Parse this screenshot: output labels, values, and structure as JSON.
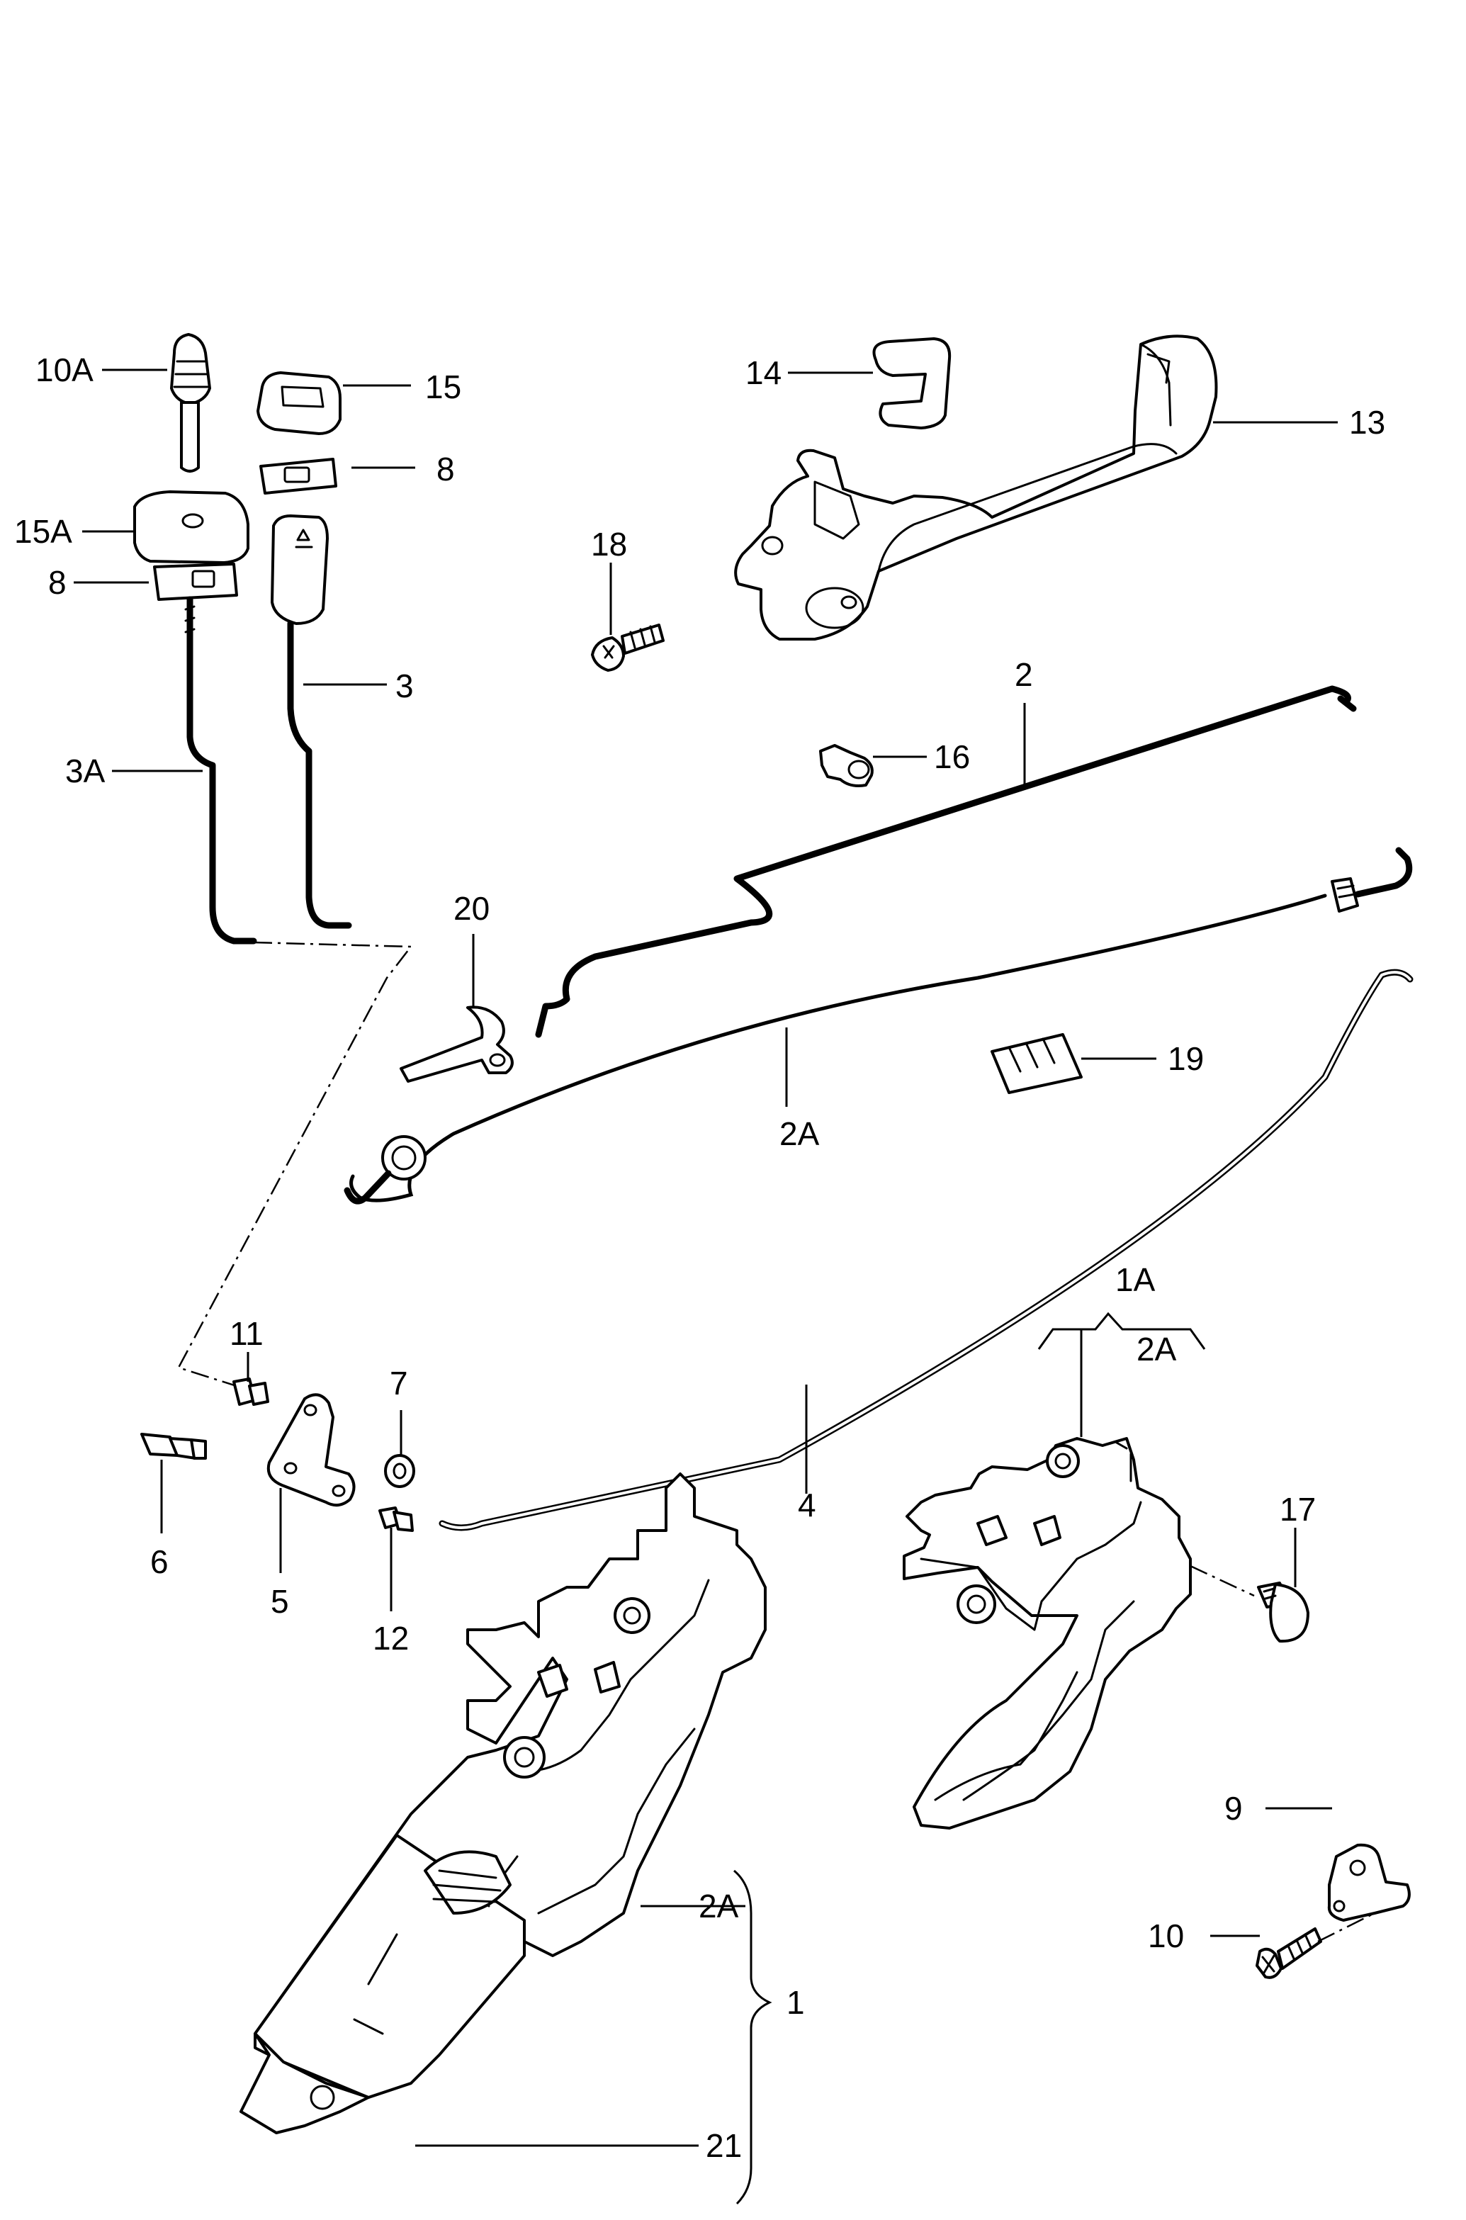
{
  "labels": {
    "p10A": "10A",
    "p15": "15",
    "p8a": "8",
    "p15A": "15A",
    "p8b": "8",
    "p3": "3",
    "p3A": "3A",
    "p14": "14",
    "p13": "13",
    "p18": "18",
    "p2": "2",
    "p16": "16",
    "p20": "20",
    "p2A_cable": "2A",
    "p19": "19",
    "p1A": "1A",
    "p2A_top": "2A",
    "p11": "11",
    "p7": "7",
    "p6": "6",
    "p5": "5",
    "p12": "12",
    "p4": "4",
    "p17": "17",
    "p9": "9",
    "p10": "10",
    "p2A_lock": "2A",
    "p1": "1",
    "p21": "21"
  }
}
